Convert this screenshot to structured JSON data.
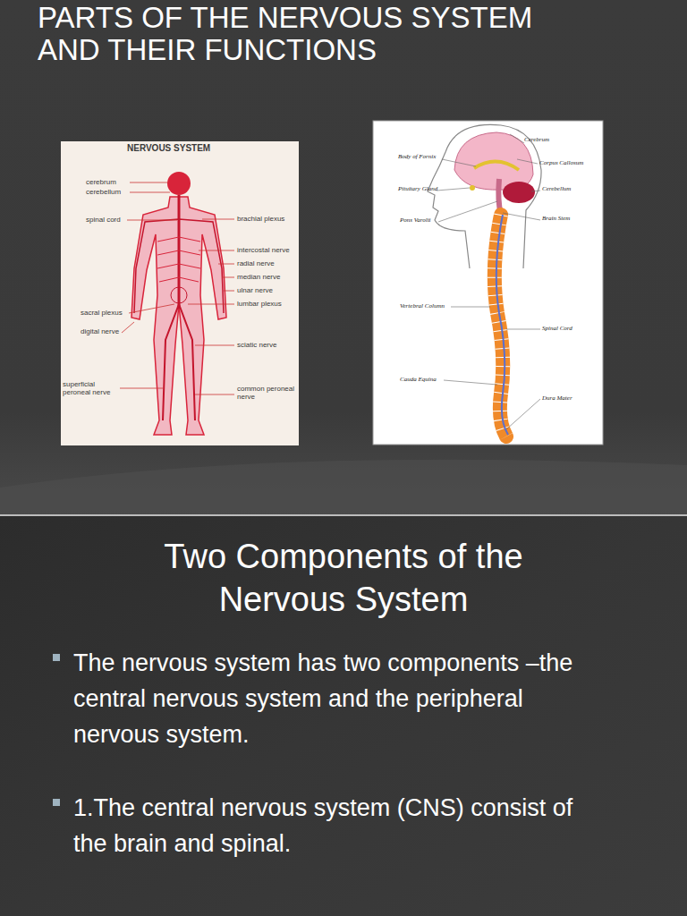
{
  "diagram": {
    "title": "PARTS OF THE NERVOUS SYSTEM AND THEIR FUNCTIONS",
    "nodes": [
      {
        "text": [
          "Two Components of the Nervous System",
          "The nervous system has two components –the central nervous system and the peripheral nervous system.",
          "1.The central nervous system (CNS) consist of the brain and spinal."
        ]
      }
    ],
    "labels": [
      "NERVOUS SYSTEM",
      "cerebrum",
      "cerebellum",
      "spinal cord",
      "brachial plexus",
      "intercostal nerve",
      "radial nerve",
      "median nerve",
      "ulnar nerve",
      "lumbar plexus",
      "sacral plexus",
      "digital nerve",
      "sciatic nerve",
      "superficial peroneal nerve",
      "common peroneal nerve",
      "Cerebrum",
      "Body of Fornix",
      "Corpus Callosum",
      "Pituitary Gland",
      "Cerebellum",
      "Pons Varolii",
      "Brain Stem",
      "Vertebral Column",
      "Spinal Cord",
      "Cauda Equina",
      "Dura Mater"
    ]
  }
}
